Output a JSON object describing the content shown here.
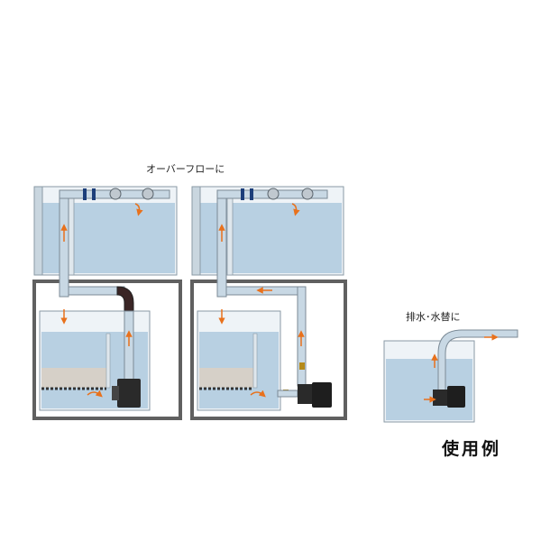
{
  "labels": {
    "overflow": "オーバーフローに",
    "drain_change": "排水･水替に",
    "usage_example": "使用例"
  },
  "colors": {
    "water": "#b8d0e2",
    "water_dark": "#a9c3d8",
    "sand": "#d6d0c8",
    "cabinet": "#606060",
    "glass": "#c9d6df",
    "pipe": "#c8d8e4",
    "pipe_edge": "#7b8a96",
    "arrow": "#e8711c",
    "pump": "#2a2a2a"
  },
  "icons": [
    "flow-arrow-icon",
    "pump-icon",
    "valve-icon",
    "union-fitting-icon"
  ]
}
